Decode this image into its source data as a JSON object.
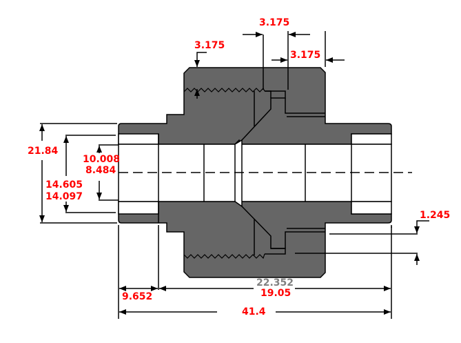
{
  "diagram": {
    "type": "technical-drawing",
    "subject": "union pipe fitting cross-section",
    "colors": {
      "body_fill": "#666666",
      "outline": "#000000",
      "dimension_text": "#ff0000",
      "secondary_dimension_text": "#808080",
      "background": "#ffffff"
    }
  },
  "dimensions": {
    "top_chamfer": "3.175",
    "top_gap_1": "3.175",
    "top_gap_2": "3.175",
    "outer_diameter": "21.84",
    "bore_10008": "10.008",
    "bore_8484": "8.484",
    "socket_14605": "14.605",
    "socket_14097": "14.097",
    "right_offset": "1.245",
    "socket_depth": "9.652",
    "center_length_gray": "22.352",
    "center_length": "19.05",
    "overall_length": "41.4"
  }
}
